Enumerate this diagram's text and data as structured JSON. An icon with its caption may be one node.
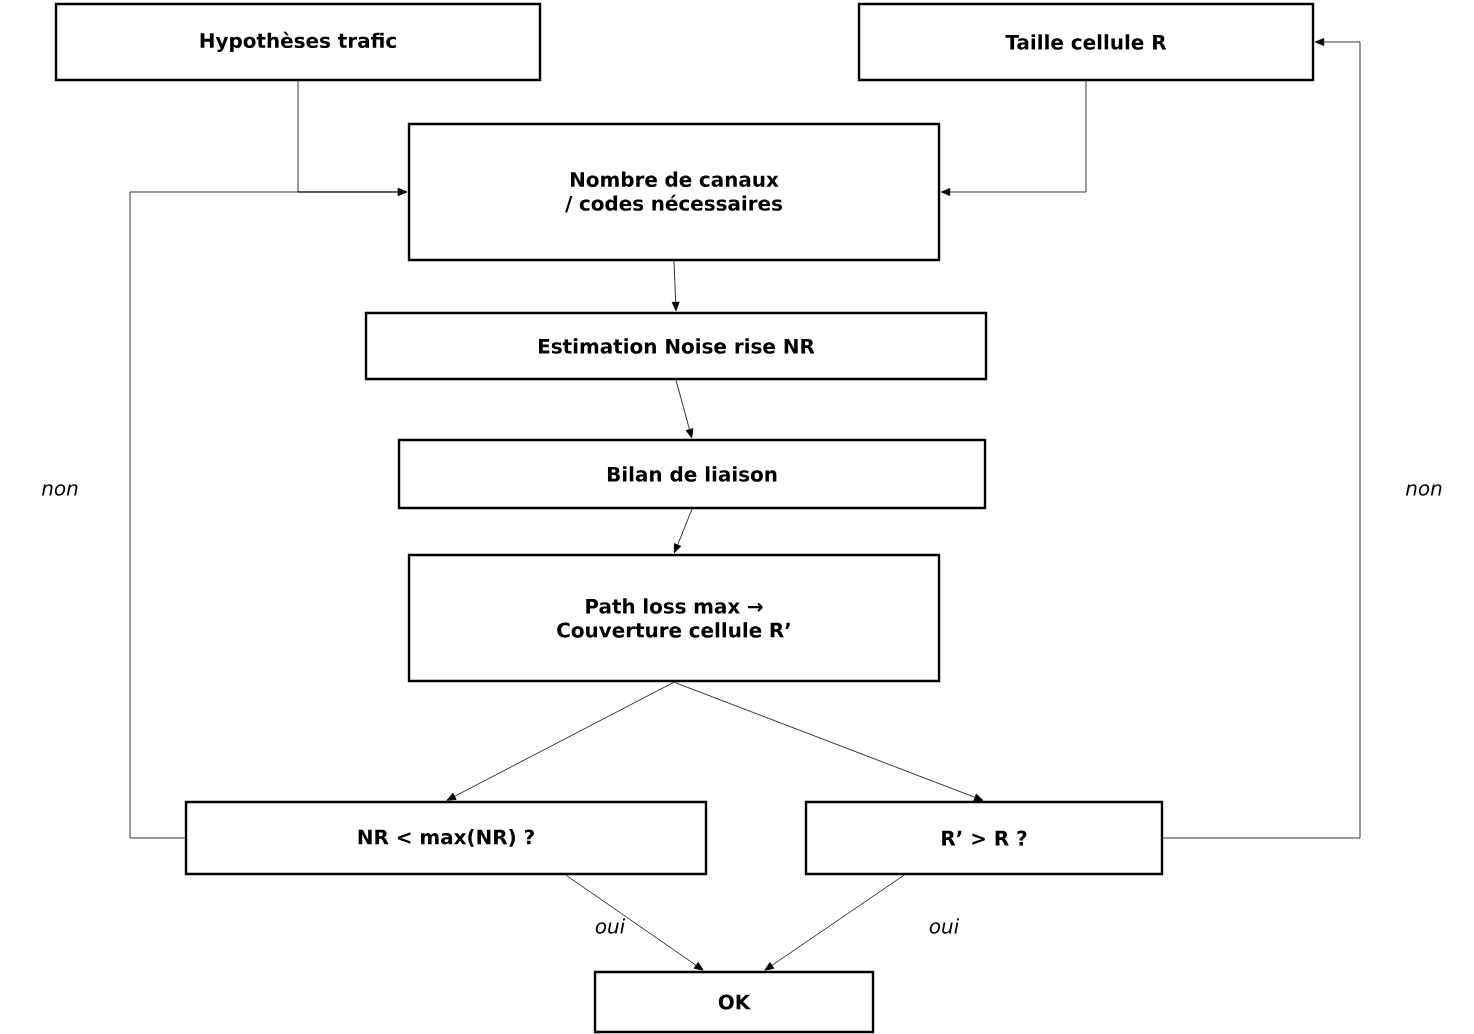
{
  "diagram": {
    "nodes": [
      {
        "text": [
          "Hypothèses trafic"
        ]
      },
      {
        "text": [
          "Taille cellule R"
        ]
      },
      {
        "text": [
          "Nombre de canaux / codes nécessaires"
        ]
      },
      {
        "text": [
          "Estimation Noise rise NR"
        ]
      },
      {
        "text": [
          "Bilan de liaison"
        ]
      },
      {
        "text": [
          "Path loss max → Couverture cellule R’"
        ]
      },
      {
        "text": [
          "NR < max(NR) ?"
        ]
      },
      {
        "text": [
          "R’ > R ?"
        ]
      },
      {
        "text": [
          "OK"
        ]
      }
    ],
    "edges": [
      {
        "from": 0,
        "to": 2,
        "arrow": "to"
      },
      {
        "from": 1,
        "to": 2,
        "arrow": "to"
      },
      {
        "from": 2,
        "to": 3,
        "arrow": "to"
      },
      {
        "from": 3,
        "to": 4,
        "arrow": "to"
      },
      {
        "from": 4,
        "to": 5,
        "arrow": "to"
      },
      {
        "from": 5,
        "to": 6,
        "arrow": "to"
      },
      {
        "from": 5,
        "to": 7,
        "arrow": "to"
      },
      {
        "from": 6,
        "to": 2,
        "arrow": "to",
        "label": "non"
      },
      {
        "from": 7,
        "to": 1,
        "arrow": "to",
        "label": "non"
      },
      {
        "from": 6,
        "to": 8,
        "arrow": "to",
        "label": "oui"
      },
      {
        "from": 7,
        "to": 8,
        "arrow": "to",
        "label": "oui"
      }
    ]
  }
}
